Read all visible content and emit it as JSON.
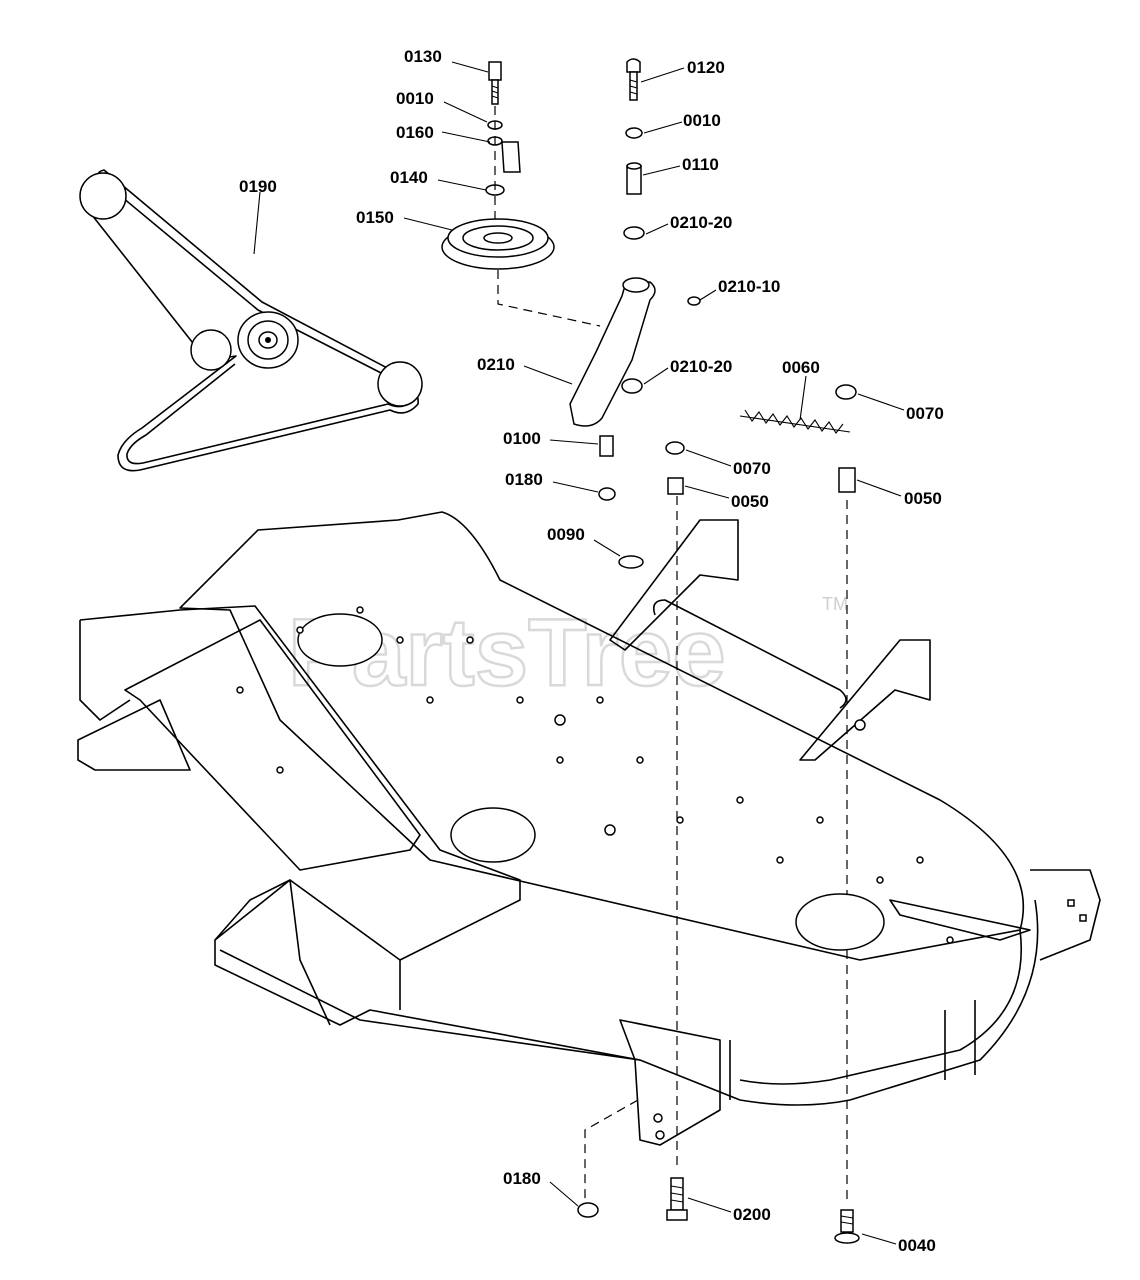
{
  "watermark": {
    "text": "PartsTree",
    "trademark": "TM"
  },
  "callouts": [
    {
      "id": "label-0130",
      "text": "0130"
    },
    {
      "id": "label-0010-a",
      "text": "0010"
    },
    {
      "id": "label-0160",
      "text": "0160"
    },
    {
      "id": "label-0140",
      "text": "0140"
    },
    {
      "id": "label-0150",
      "text": "0150"
    },
    {
      "id": "label-0190",
      "text": "0190"
    },
    {
      "id": "label-0120",
      "text": "0120"
    },
    {
      "id": "label-0010-b",
      "text": "0010"
    },
    {
      "id": "label-0110",
      "text": "0110"
    },
    {
      "id": "label-0210-20-a",
      "text": "0210-20"
    },
    {
      "id": "label-0210-10",
      "text": "0210-10"
    },
    {
      "id": "label-0210",
      "text": "0210"
    },
    {
      "id": "label-0210-20-b",
      "text": "0210-20"
    },
    {
      "id": "label-0060",
      "text": "0060"
    },
    {
      "id": "label-0070-a",
      "text": "0070"
    },
    {
      "id": "label-0100",
      "text": "0100"
    },
    {
      "id": "label-0070-b",
      "text": "0070"
    },
    {
      "id": "label-0180-a",
      "text": "0180"
    },
    {
      "id": "label-0050-a",
      "text": "0050"
    },
    {
      "id": "label-0050-b",
      "text": "0050"
    },
    {
      "id": "label-0090",
      "text": "0090"
    },
    {
      "id": "label-0180-b",
      "text": "0180"
    },
    {
      "id": "label-0200",
      "text": "0200"
    },
    {
      "id": "label-0040",
      "text": "0040"
    }
  ]
}
